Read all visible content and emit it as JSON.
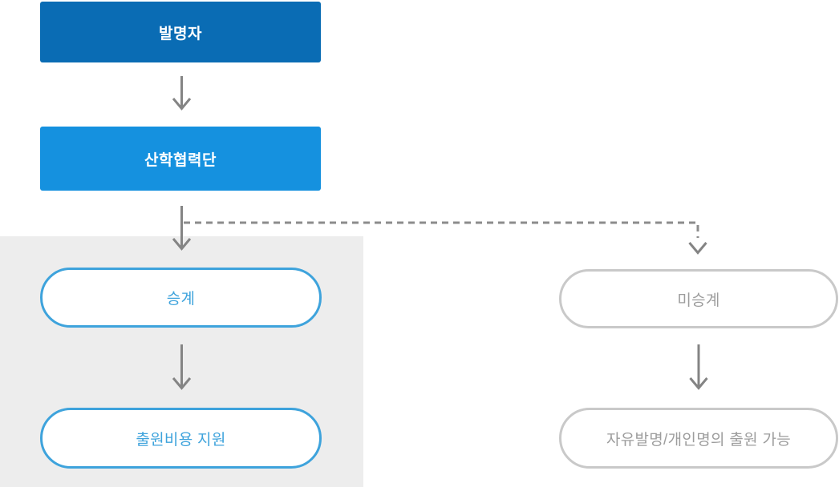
{
  "diagram": {
    "type": "flowchart",
    "language": "ko",
    "nodes": [
      {
        "id": "inventor",
        "label": "발명자",
        "shape": "rect",
        "style": "solid-dark-blue"
      },
      {
        "id": "foundation",
        "label": "산학협력단",
        "shape": "rect",
        "style": "solid-light-blue"
      },
      {
        "id": "succession",
        "label": "승계",
        "shape": "pill",
        "style": "blue-outline"
      },
      {
        "id": "cost-support",
        "label": "출원비용 지원",
        "shape": "pill",
        "style": "blue-outline"
      },
      {
        "id": "non-succession",
        "label": "미승계",
        "shape": "pill",
        "style": "gray-outline"
      },
      {
        "id": "free-invention",
        "label": "자유발명/개인명의 출원 가능",
        "shape": "pill",
        "style": "gray-outline"
      }
    ],
    "edges": [
      {
        "from": "inventor",
        "to": "foundation",
        "style": "solid-arrow"
      },
      {
        "from": "foundation",
        "to": "succession",
        "style": "solid-arrow"
      },
      {
        "from": "foundation",
        "to": "non-succession",
        "style": "dashed-arrow"
      },
      {
        "from": "succession",
        "to": "cost-support",
        "style": "solid-arrow"
      },
      {
        "from": "non-succession",
        "to": "free-invention",
        "style": "solid-arrow"
      }
    ],
    "colors": {
      "inventor_bg": "#0a6cb4",
      "foundation_bg": "#1591df",
      "accent_blue": "#3ea3dc",
      "muted_gray_border": "#c9c9c9",
      "muted_gray_text": "#9d9d9d",
      "arrow_gray": "#848484",
      "highlight_panel_bg": "#ededed"
    }
  }
}
